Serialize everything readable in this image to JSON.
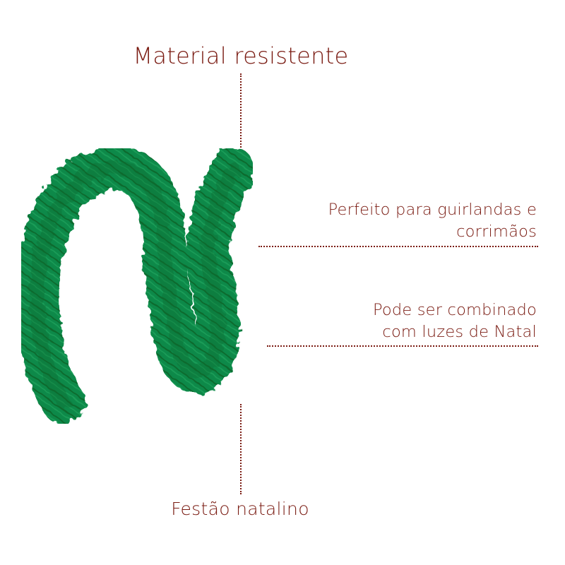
{
  "product": {
    "title": "Material resistente",
    "features": [
      {
        "line1": "Perfeito para guirlandas e",
        "line2": "corrimãos"
      },
      {
        "line1": "Pode ser combinado",
        "line2": "com luzes de Natal"
      }
    ],
    "caption": "Festão natalino",
    "image": "christmas-garland-image"
  },
  "colors": {
    "text": "#7a1b12",
    "garland_dark": "#0a6b2e",
    "garland_mid": "#11894a",
    "garland_light": "#1aa05a",
    "background": "#ffffff"
  }
}
